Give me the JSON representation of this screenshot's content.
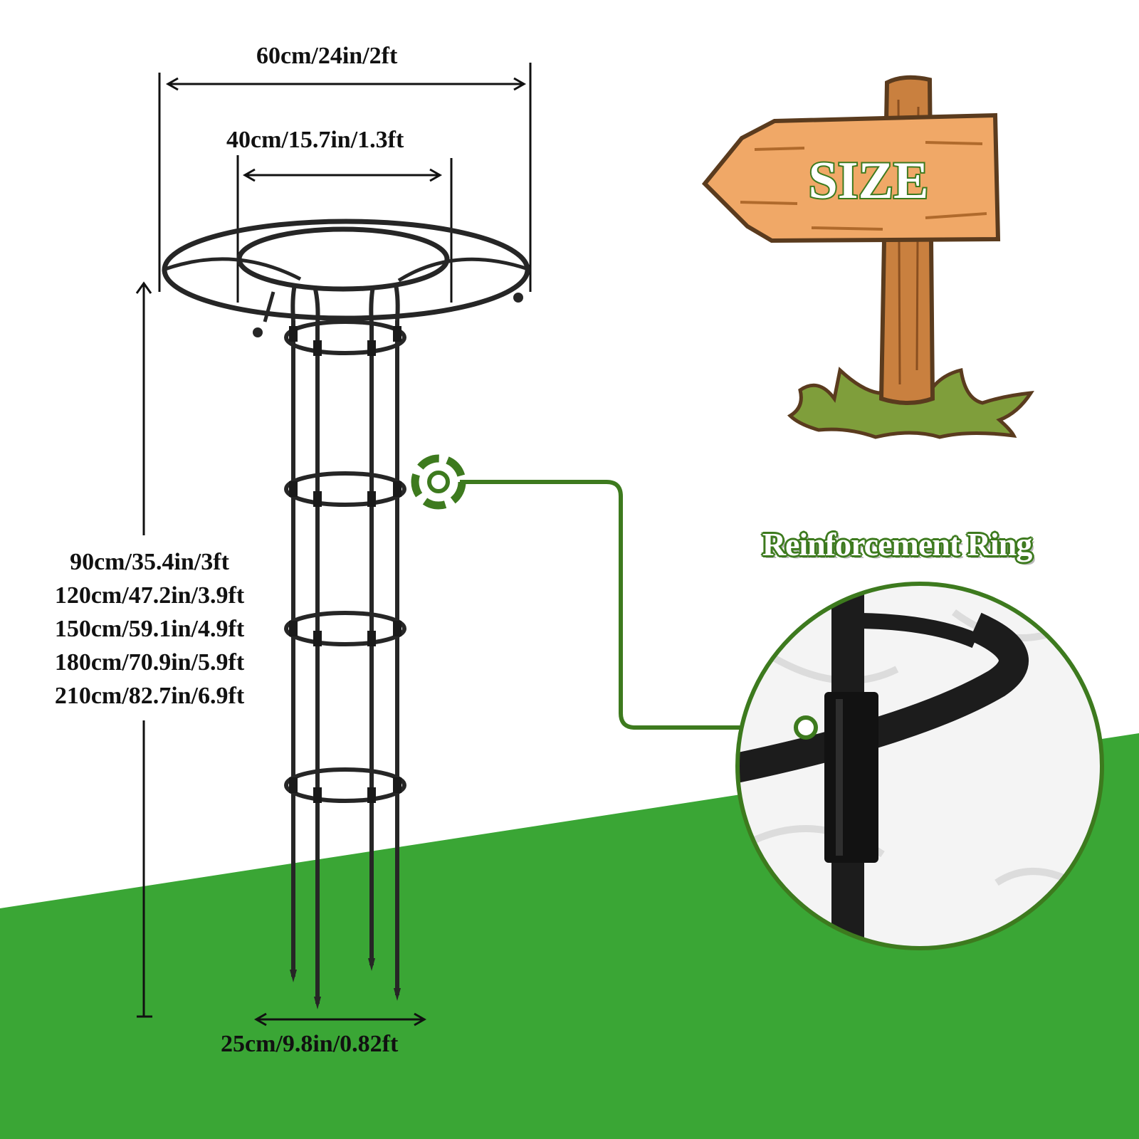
{
  "dimensions": {
    "top_ring_width": "60cm/24in/2ft",
    "inner_ring_width": "40cm/15.7in/1.3ft",
    "base_width": "25cm/9.8in/0.82ft",
    "heights": [
      "90cm/35.4in/3ft",
      "120cm/47.2in/3.9ft",
      "150cm/59.1in/4.9ft",
      "180cm/70.9in/5.9ft",
      "210cm/82.7in/6.9ft"
    ]
  },
  "sign": {
    "label": "SIZE"
  },
  "callout": {
    "title": "Reinforcement Ring"
  },
  "colors": {
    "ground_green": "#3aa635",
    "accent_green": "#3d7a1e",
    "frame_black": "#1e1e1e",
    "sign_wood": "#f0a867",
    "post_wood": "#c9803f",
    "grass": "#7f9e3b"
  },
  "icons": [
    "target-icon",
    "signpost-icon"
  ]
}
